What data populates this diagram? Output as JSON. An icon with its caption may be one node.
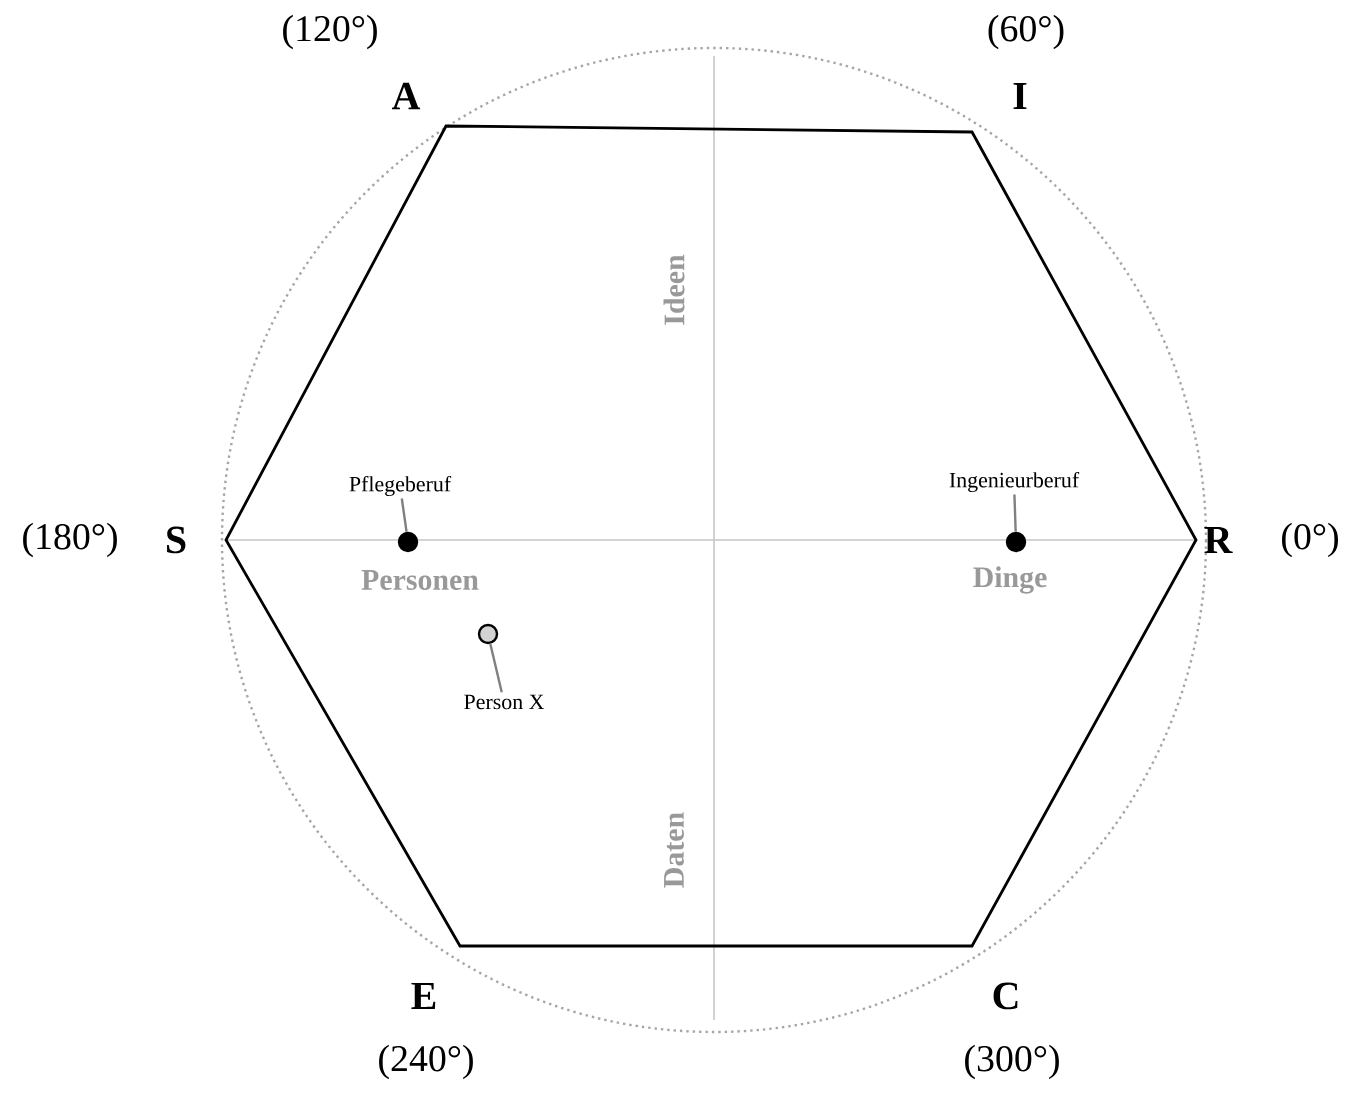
{
  "diagram": {
    "nodes": [
      {
        "text": [
          "Pflegeberuf"
        ]
      },
      {
        "text": [],
        "shape": "circle"
      },
      {
        "text": [
          "Ingenieurberuf"
        ]
      },
      {
        "text": [],
        "shape": "circle"
      },
      {
        "text": [],
        "shape": "circle"
      },
      {
        "text": [
          "Person X"
        ]
      }
    ],
    "edges": [
      {
        "from": 0,
        "to": 1,
        "arrow": "none"
      },
      {
        "from": 2,
        "to": 3,
        "arrow": "none"
      },
      {
        "from": 5,
        "to": 4,
        "arrow": "none"
      }
    ],
    "labels": [
      "(120°)",
      "(60°)",
      "A",
      "I",
      "Ideen",
      "(180°)",
      "S",
      "R",
      "(0°)",
      "Personen",
      "Dinge",
      "Daten",
      "E",
      "C",
      "(240°)",
      "(300°)"
    ]
  }
}
